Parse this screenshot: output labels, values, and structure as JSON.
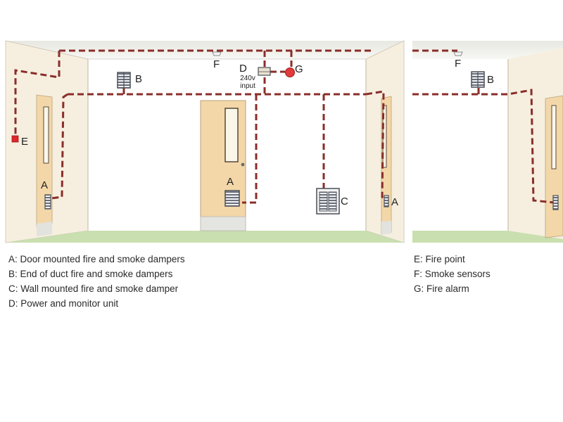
{
  "labels": {
    "a": "A",
    "b": "B",
    "c": "C",
    "d": "D",
    "e": "E",
    "f": "F",
    "g": "G",
    "power_input": "240v input"
  },
  "legend_left": [
    "A: Door mounted fire and smoke dampers",
    "B: End of duct fire and smoke dampers",
    "C: Wall mounted fire and smoke damper",
    "D: Power and monitor unit"
  ],
  "legend_right": [
    "E: Fire point",
    "F: Smoke sensors",
    "G: Fire alarm"
  ],
  "colors": {
    "wire": "#8a2d2a",
    "floor": "#c9dfb0",
    "side_wall": "#f6efdf",
    "door": "#f3d7a8",
    "alarm": "#e23a3a",
    "fire_point": "#e0262b"
  }
}
